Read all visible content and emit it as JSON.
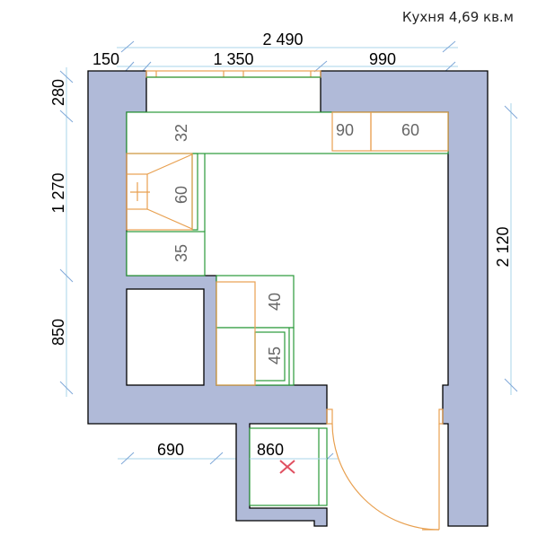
{
  "title": "Кухня 4,69 кв.м",
  "dimensions": {
    "top_total": "2 490",
    "top_left": "150",
    "top_window": "1 350",
    "top_right": "990",
    "left_top": "280",
    "left_middle": "1 270",
    "left_bottom": "850",
    "right_total": "2 120",
    "bottom_left": "690",
    "bottom_niche": "860"
  },
  "modules": {
    "countertop": "32",
    "top_module_a": "90",
    "top_module_b": "60",
    "hob_module": "60",
    "cabinet_35": "35",
    "cabinet_40": "40",
    "cabinet_45": "45"
  },
  "colors": {
    "wall": "#b0bad8",
    "furniture": "#2a9a3a",
    "appliance": "#e8a050",
    "dimension": "#a8d4ea",
    "marker": "#e05060"
  }
}
